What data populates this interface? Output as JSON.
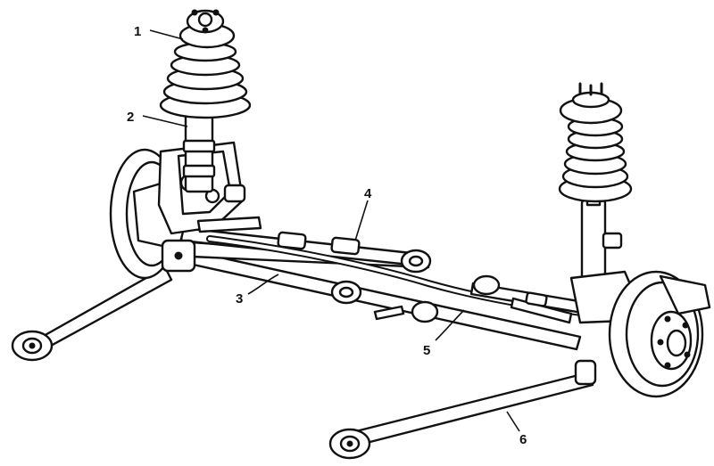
{
  "diagram": {
    "callouts": [
      {
        "id": "c1",
        "label": "1"
      },
      {
        "id": "c2",
        "label": "2"
      },
      {
        "id": "c3",
        "label": "3"
      },
      {
        "id": "c4",
        "label": "4"
      },
      {
        "id": "c5",
        "label": "5"
      },
      {
        "id": "c6",
        "label": "6"
      }
    ]
  },
  "colors": {
    "ink": "#111111",
    "background": "#ffffff"
  }
}
